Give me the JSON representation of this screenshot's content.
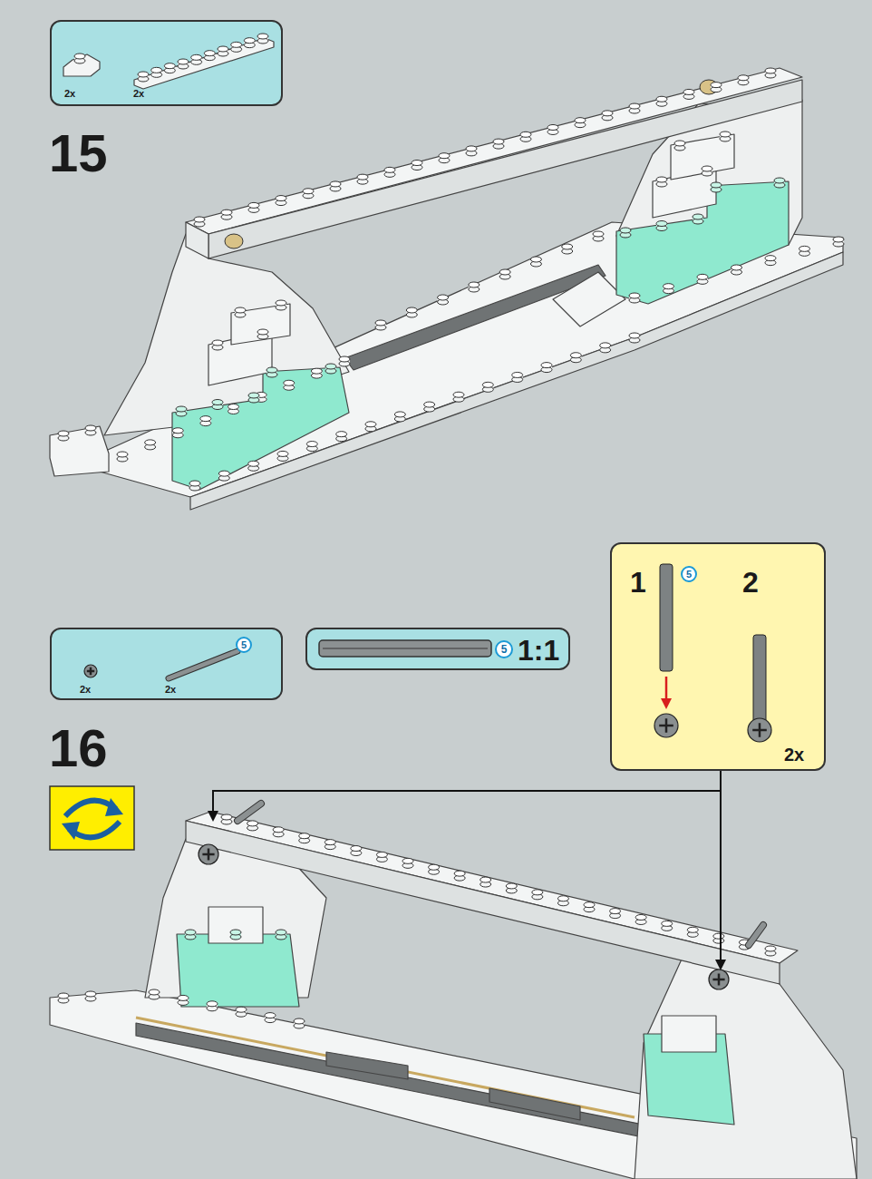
{
  "diagram": {
    "nodes": [
      {
        "text": [
          "2x",
          "2x"
        ]
      },
      {
        "text": [
          "2x",
          "2x",
          "5"
        ]
      },
      {
        "text": [
          "5",
          "1:1"
        ]
      },
      {
        "text": [
          "1",
          "5",
          "2",
          "2x"
        ]
      }
    ],
    "labels": [
      "15",
      "16"
    ]
  }
}
